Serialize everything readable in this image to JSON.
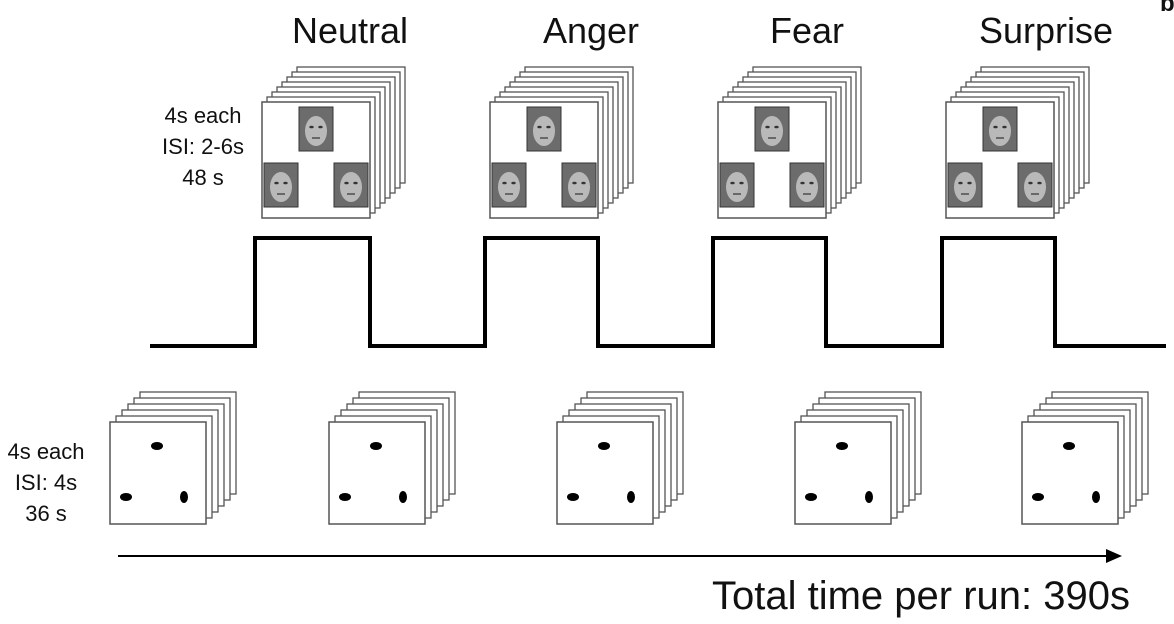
{
  "corner_label": "b",
  "face_block": {
    "conditions": [
      "Neutral",
      "Anger",
      "Fear",
      "Surprise"
    ],
    "timing": [
      "4s each",
      "ISI: 2-6s",
      "48 s"
    ]
  },
  "control_block": {
    "timing": [
      "4s each",
      "ISI: 4s",
      "36 s"
    ],
    "count": 5
  },
  "time_axis": {
    "total_label": "Total time per run: 390s"
  },
  "icons": {
    "face": "face-photo-icon",
    "oval": "black-oval-icon"
  },
  "colors": {
    "line": "#000000",
    "card_border": "#555555",
    "face_gray": "#8a8a8a"
  }
}
